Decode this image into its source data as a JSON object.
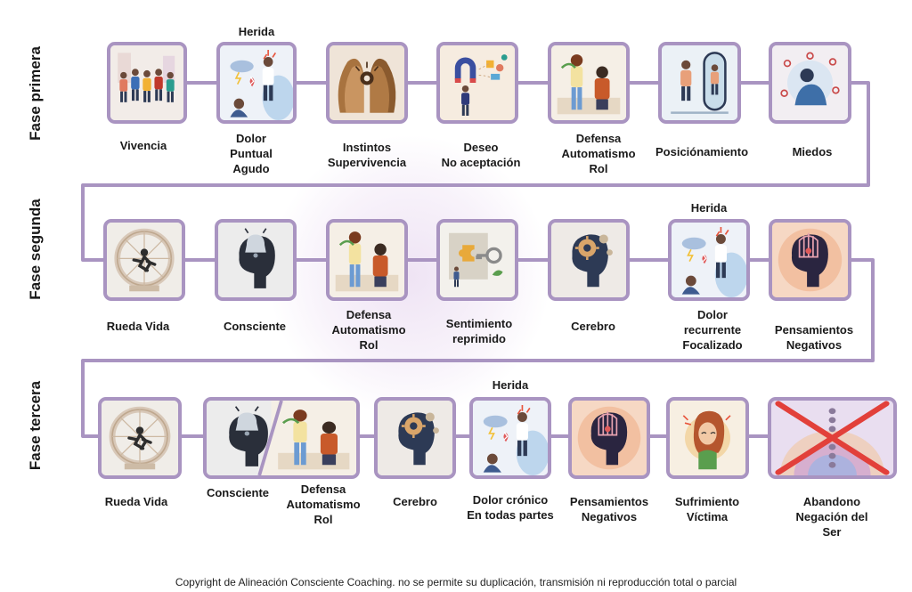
{
  "phases": [
    {
      "id": "primera",
      "title": "Fase primera",
      "items": [
        {
          "label": "Vivencia",
          "icon": "group-people-icon",
          "bg": "#f2ece8"
        },
        {
          "label": "Dolor\nPuntual\nAgudo",
          "icon": "injured-person-icon",
          "above": "Herida",
          "bg": "#eef2f8"
        },
        {
          "label": "Instintos\nSupervivencia",
          "icon": "face-profiles-icon",
          "bg": "#efe4d8"
        },
        {
          "label": "Deseo\nNo aceptación",
          "icon": "magnet-person-icon",
          "bg": "#f6ece0"
        },
        {
          "label": "Defensa\nAutomatismo\nRol",
          "icon": "arguing-couple-icon",
          "bg": "#f5efe6"
        },
        {
          "label": "Posiciónamiento",
          "icon": "mirror-person-icon",
          "bg": "#ebf1f6"
        },
        {
          "label": "Miedos",
          "icon": "fearful-person-icon",
          "bg": "#f2eef2"
        }
      ]
    },
    {
      "id": "segunda",
      "title": "Fase segunda",
      "items": [
        {
          "label": "Rueda Vida",
          "icon": "hamster-wheel-icon",
          "bg": "#f0ede8"
        },
        {
          "label": "Consciente",
          "icon": "bell-head-icon",
          "bg": "#ececec"
        },
        {
          "label": "Defensa\nAutomatismo\nRol",
          "icon": "arguing-couple-icon",
          "bg": "#f5efe6"
        },
        {
          "label": "Sentimiento\nreprimido",
          "icon": "puzzle-key-icon",
          "bg": "#f3f1ec"
        },
        {
          "label": "Cerebro",
          "icon": "brain-gears-icon",
          "bg": "#eeeae6"
        },
        {
          "label": "Dolor\nrecurrente\nFocalizado",
          "icon": "injured-person-icon",
          "above": "Herida",
          "bg": "#eef2f8"
        },
        {
          "label": "Pensamientos\nNegativos",
          "icon": "caged-mind-icon",
          "bg": "#f6d8c4"
        }
      ]
    },
    {
      "id": "tercera",
      "title": "Fase tercera",
      "items": [
        {
          "label": "Rueda Vida",
          "icon": "hamster-wheel-icon",
          "bg": "#f0ede8"
        },
        {
          "label": "Consciente",
          "icon": "bell-head-icon",
          "bg": "#ececec"
        },
        {
          "label": "Defensa\nAutomatismo\nRol",
          "icon": "arguing-couple-icon",
          "bg": "#f5efe6"
        },
        {
          "label": "Cerebro",
          "icon": "brain-gears-icon",
          "bg": "#eeeae6"
        },
        {
          "label": "Dolor crónico\nEn todas partes",
          "icon": "injured-person-icon",
          "above": "Herida",
          "bg": "#eef2f8"
        },
        {
          "label": "Pensamientos\nNegativos",
          "icon": "caged-mind-icon",
          "bg": "#f6d8c4"
        },
        {
          "label": "Sufrimiento\nVíctima",
          "icon": "suffering-woman-icon",
          "bg": "#f7efe2"
        },
        {
          "label": "Abandono\nNegación del Ser",
          "icon": "crossed-chakra-icon",
          "bg": "#e9def0"
        }
      ]
    }
  ],
  "footer": {
    "copyright": "Copyright de Alineación Consciente Coaching. no se permite su duplicación, transmisión ni reproducción total o parcial"
  },
  "colors": {
    "frame": "#a994c1",
    "connector": "#a994c1",
    "watermark": "#e3cdeb",
    "cross": "#e2403a"
  }
}
